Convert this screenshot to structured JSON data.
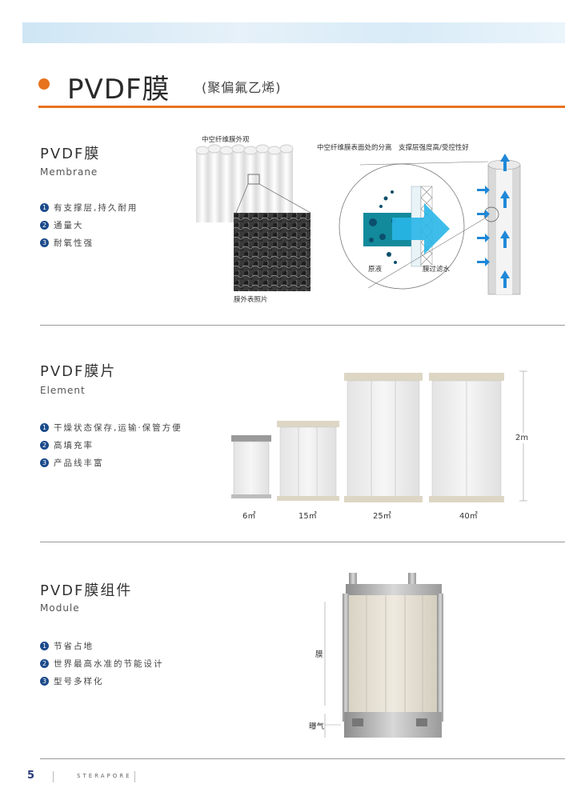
{
  "header": {
    "title": "PVDF膜",
    "subtitle": "(聚偏氟乙烯)"
  },
  "membrane": {
    "title": "PVDF膜",
    "title_en": "Membrane",
    "features": [
      "有支撑层,持久耐用",
      "通量大",
      "耐氧性强"
    ],
    "label_hollow_fiber": "中空纤维膜外观",
    "label_surface_photo": "膜外表照片",
    "label_separation": "中空纤维膜表面处的分离",
    "label_support": "支撑层强度高/受控性好",
    "label_raw_water": "原液",
    "label_filtrate": "膜过滤水"
  },
  "element": {
    "title": "PVDF膜片",
    "title_en": "Element",
    "features": [
      "干燥状态保存,运输·保管方便",
      "高填充率",
      "产品线丰富"
    ],
    "sizes": [
      "6㎡",
      "15㎡",
      "25㎡",
      "40㎡"
    ],
    "height_label": "2m"
  },
  "module": {
    "title": "PVDF膜组件",
    "title_en": "Module",
    "features": [
      "节省占地",
      "世界最高水准的节能设计",
      "型号多样化"
    ],
    "label_membrane": "膜",
    "label_aeration": "曝气"
  },
  "footer": {
    "page_number": "5",
    "brand": "STERAPORE"
  },
  "colors": {
    "accent": "#e8731e",
    "bullet": "#1a4a8a",
    "arrow": "#1e88d8"
  }
}
